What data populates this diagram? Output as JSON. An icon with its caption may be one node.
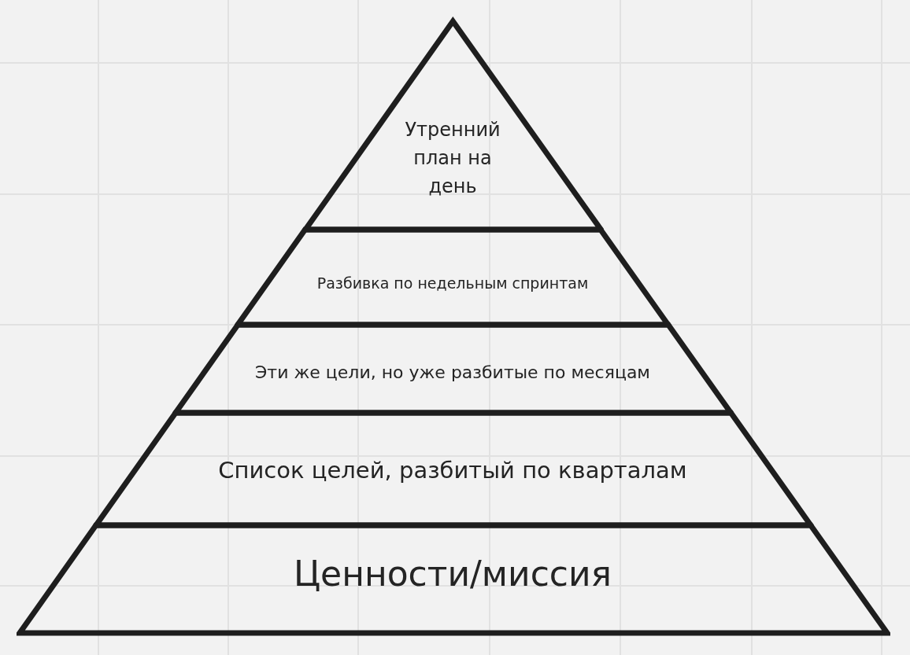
{
  "diagram": {
    "nodes": [
      {
        "text": [
          "Утренний план на день"
        ]
      },
      {
        "text": [
          "Разбивка по недельным спринтам"
        ]
      },
      {
        "text": [
          "Эти же цели, но уже разбитые по месяцам"
        ]
      },
      {
        "text": [
          "Список целей, разбитый по кварталам"
        ]
      },
      {
        "text": [
          "Ценности/миссия"
        ]
      }
    ]
  }
}
